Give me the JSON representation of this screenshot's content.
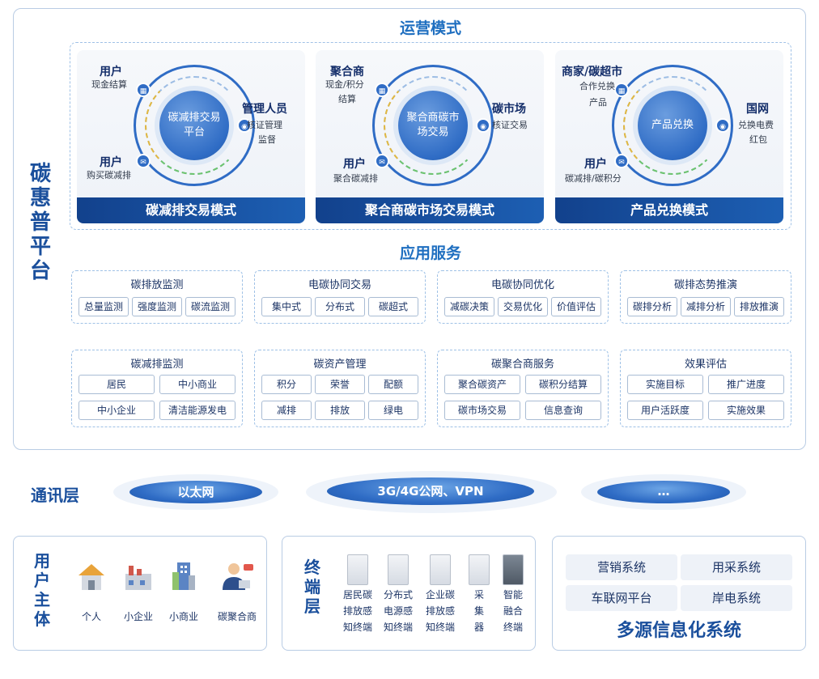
{
  "platform_title": "碳惠普平台",
  "operation_mode": {
    "title": "运营模式",
    "models": [
      {
        "core": "碳减排交易平台",
        "bar": "碳减排交易模式",
        "roles": [
          {
            "name": "用户",
            "desc": [
              "现金结算"
            ]
          },
          {
            "name": "管理人员",
            "desc": [
              "核证管理",
              "监督"
            ]
          },
          {
            "name": "用户",
            "desc": [
              "购买碳减排"
            ]
          }
        ]
      },
      {
        "core": "聚合商碳市场交易",
        "bar": "聚合商碳市场交易模式",
        "roles": [
          {
            "name": "聚合商",
            "desc": [
              "现金/积分",
              "结算"
            ]
          },
          {
            "name": "碳市场",
            "desc": [
              "核证交易"
            ]
          },
          {
            "name": "用户",
            "desc": [
              "聚合碳减排"
            ]
          }
        ]
      },
      {
        "core": "产品兑换",
        "bar": "产品兑换模式",
        "roles": [
          {
            "name": "商家/碳超市",
            "desc": [
              "合作兑换",
              "产品"
            ]
          },
          {
            "name": "国网",
            "desc": [
              "兑换电费",
              "红包"
            ]
          },
          {
            "name": "用户",
            "desc": [
              "碳减排/碳积分"
            ]
          }
        ]
      }
    ]
  },
  "app_services": {
    "title": "应用服务",
    "groups": [
      {
        "title": "碳排放监测",
        "items": [
          "总量监测",
          "强度监测",
          "碳流监测"
        ]
      },
      {
        "title": "电碳协同交易",
        "items": [
          "集中式",
          "分布式",
          "碳超式"
        ]
      },
      {
        "title": "电碳协同优化",
        "items": [
          "减碳决策",
          "交易优化",
          "价值评估"
        ]
      },
      {
        "title": "碳排态势推演",
        "items": [
          "碳排分析",
          "减排分析",
          "排放推演"
        ]
      },
      {
        "title": "碳减排监测",
        "items": [
          "居民",
          "中小商业",
          "中小企业",
          "清洁能源发电"
        ]
      },
      {
        "title": "碳资产管理",
        "items": [
          "积分",
          "荣誉",
          "配额",
          "减排",
          "排放",
          "绿电"
        ]
      },
      {
        "title": "碳聚合商服务",
        "items": [
          "聚合碳资产",
          "碳积分结算",
          "碳市场交易",
          "信息查询"
        ]
      },
      {
        "title": "效果评估",
        "items": [
          "实施目标",
          "推广进度",
          "用户活跃度",
          "实施效果"
        ]
      }
    ]
  },
  "comm_layer": {
    "title": "通讯层",
    "items": [
      "以太网",
      "3G/4G公网、VPN",
      "…"
    ]
  },
  "user_subject": {
    "title": "用户主体",
    "items": [
      {
        "label": "个人",
        "icon": "house-icon"
      },
      {
        "label": "小企业",
        "icon": "factory-icon"
      },
      {
        "label": "小商业",
        "icon": "building-icon"
      },
      {
        "label": "碳聚合商",
        "icon": "businessman-icon"
      }
    ]
  },
  "terminal_layer": {
    "title": "终端层",
    "items": [
      {
        "lines": [
          "居民碳",
          "排放感",
          "知终端"
        ]
      },
      {
        "lines": [
          "分布式",
          "电源感",
          "知终端"
        ]
      },
      {
        "lines": [
          "企业碳",
          "排放感",
          "知终端"
        ]
      },
      {
        "lines": [
          "采",
          "集",
          "器"
        ]
      },
      {
        "lines": [
          "智能",
          "融合",
          "终端"
        ]
      }
    ]
  },
  "info_systems": {
    "title": "多源信息化系统",
    "items": [
      "营销系统",
      "用采系统",
      "车联网平台",
      "岸电系统"
    ]
  }
}
